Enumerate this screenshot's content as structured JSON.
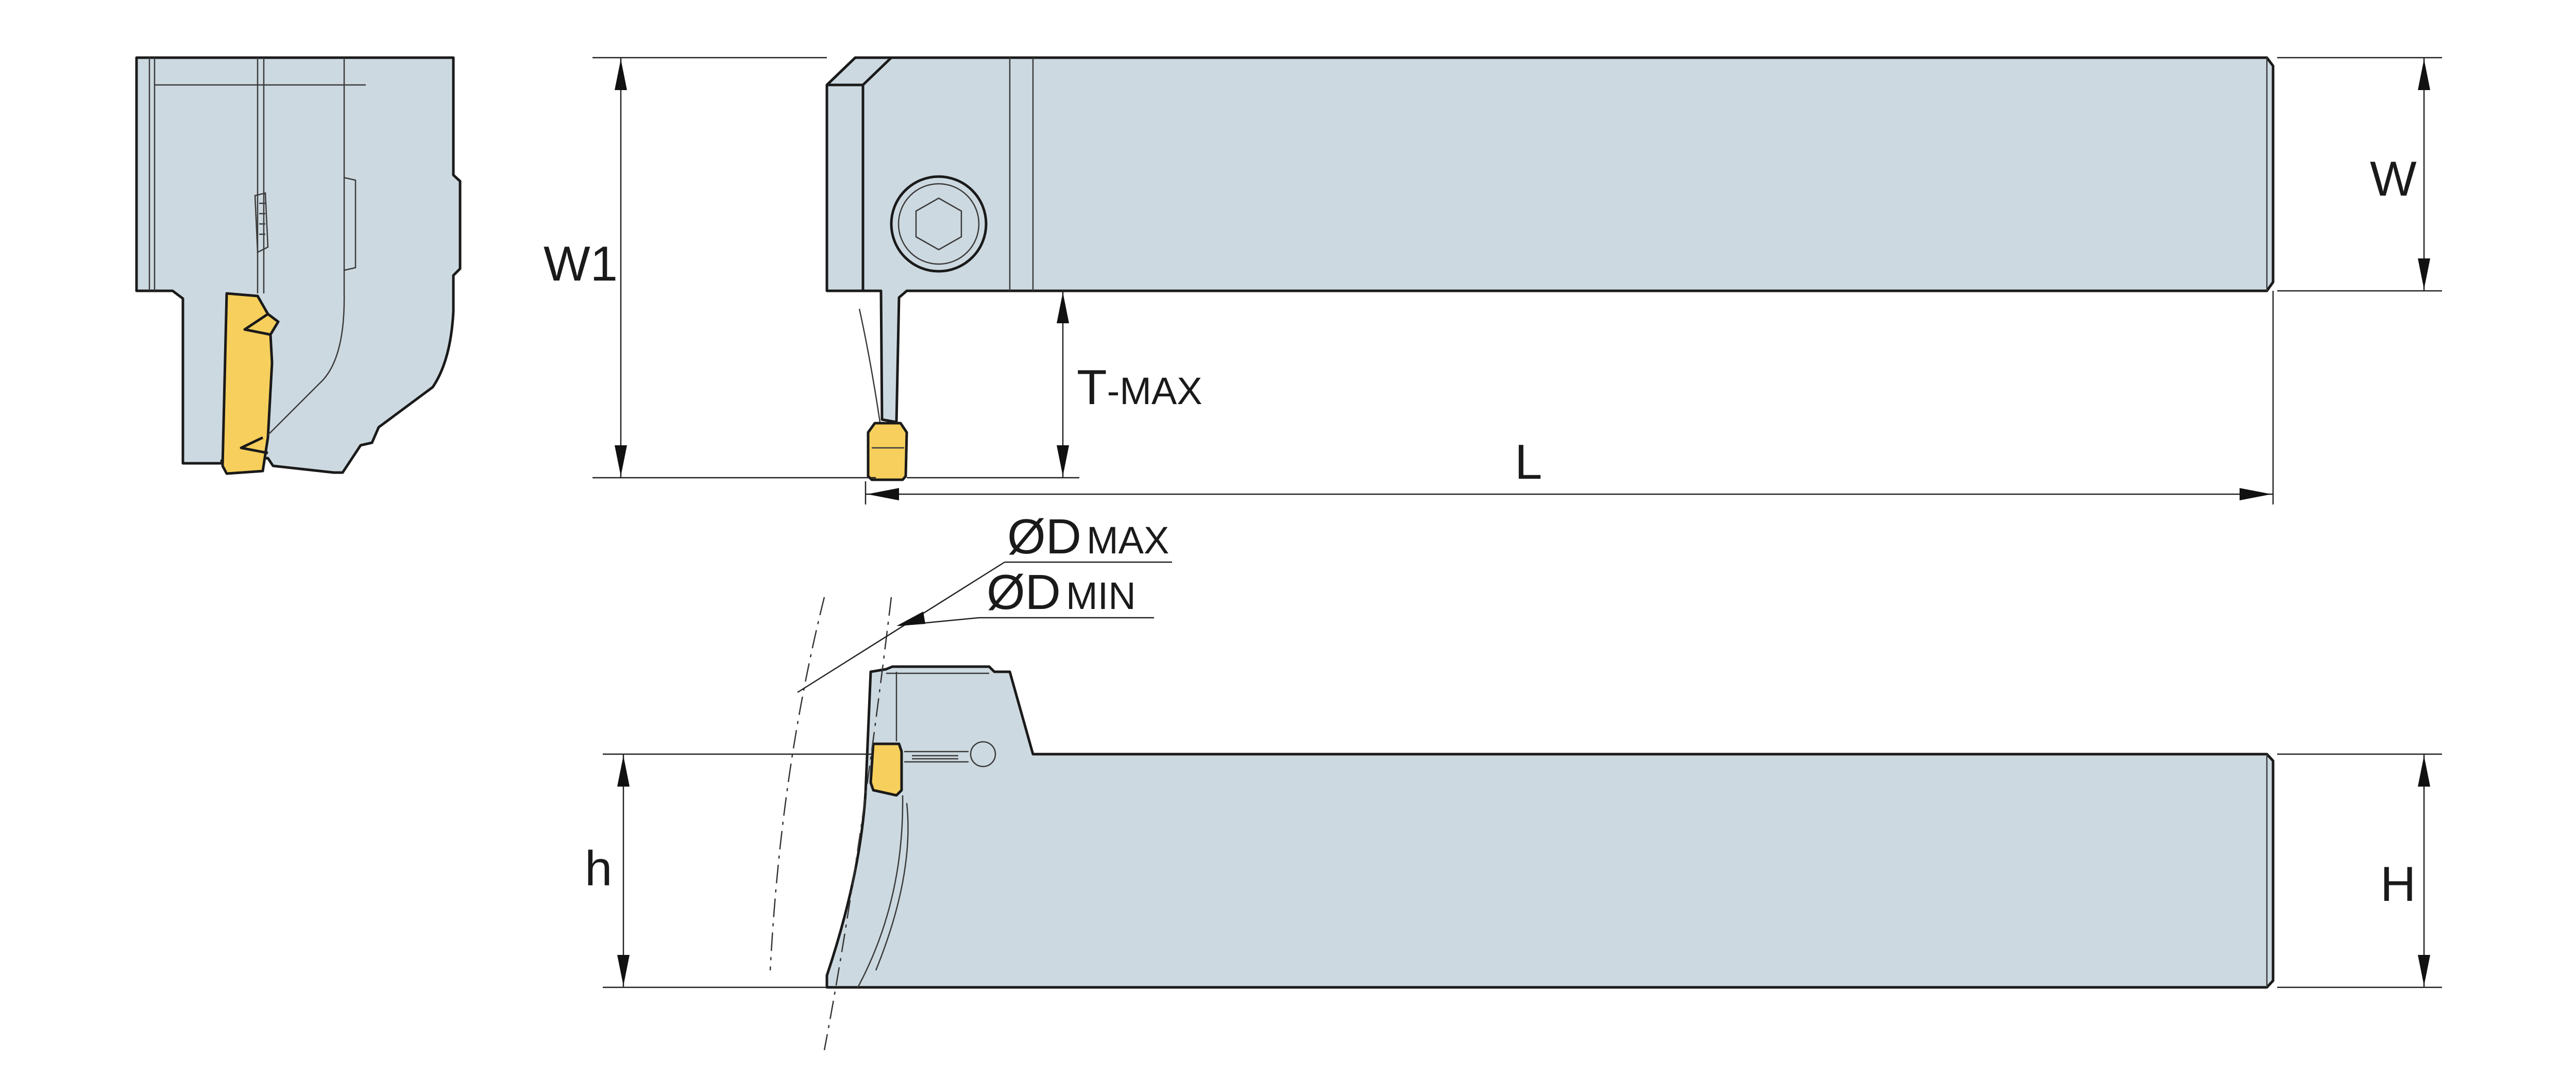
{
  "labels": {
    "w1": "W1",
    "w": "W",
    "t_max_t": "T",
    "t_max_rest": "-MAX",
    "l": "L",
    "d_max_sym": "ØD",
    "d_max_sub": "MAX",
    "d_min_sym": "ØD",
    "d_min_sub": "MIN",
    "h_small": "h",
    "h_big": "H"
  },
  "colors": {
    "body": "#cdd9e0",
    "insert": "#f6cf5c",
    "line": "#1a1a1a"
  }
}
